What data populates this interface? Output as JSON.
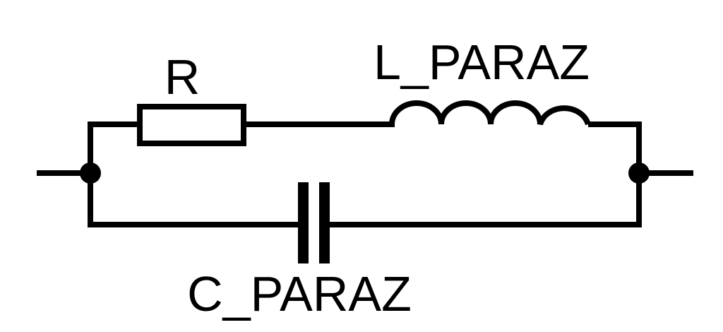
{
  "diagram": {
    "labels": {
      "resistor": "R",
      "inductor": "L_PARAZ",
      "capacitor": "C_PARAZ"
    },
    "colors": {
      "wire": "#000000",
      "background": "#ffffff"
    }
  }
}
